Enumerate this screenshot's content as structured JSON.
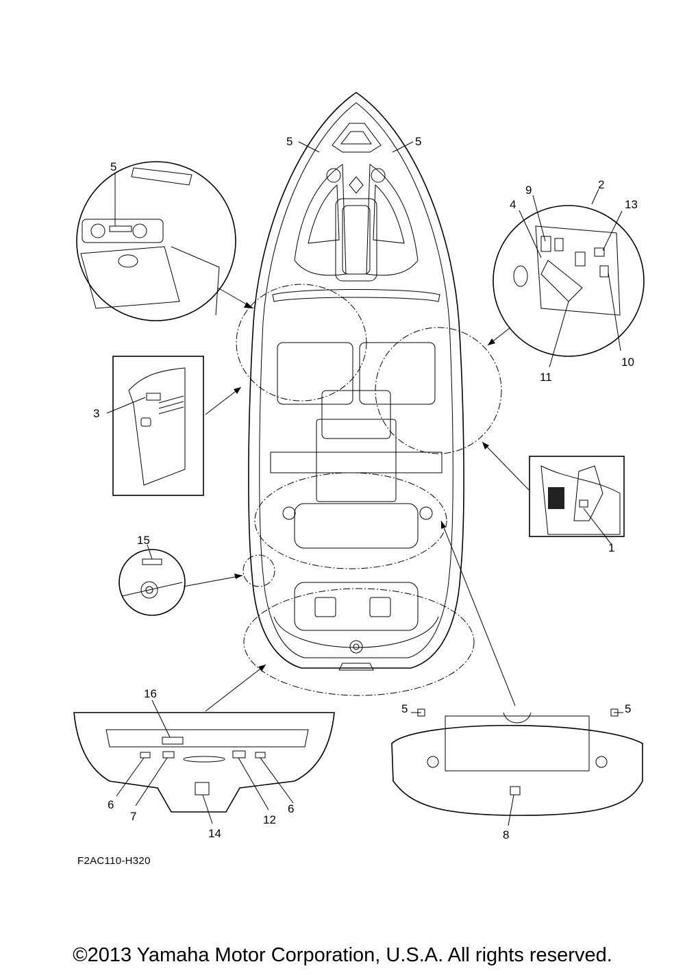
{
  "diagram": {
    "callouts": [
      "5",
      "5",
      "5",
      "2",
      "9",
      "13",
      "4",
      "10",
      "11",
      "3",
      "1",
      "15",
      "16",
      "5",
      "5",
      "6",
      "7",
      "14",
      "12",
      "6",
      "8"
    ],
    "figure_code": "F2AC110-H320",
    "copyright": "©2013 Yamaha Motor Corporation, U.S.A. All rights reserved."
  }
}
